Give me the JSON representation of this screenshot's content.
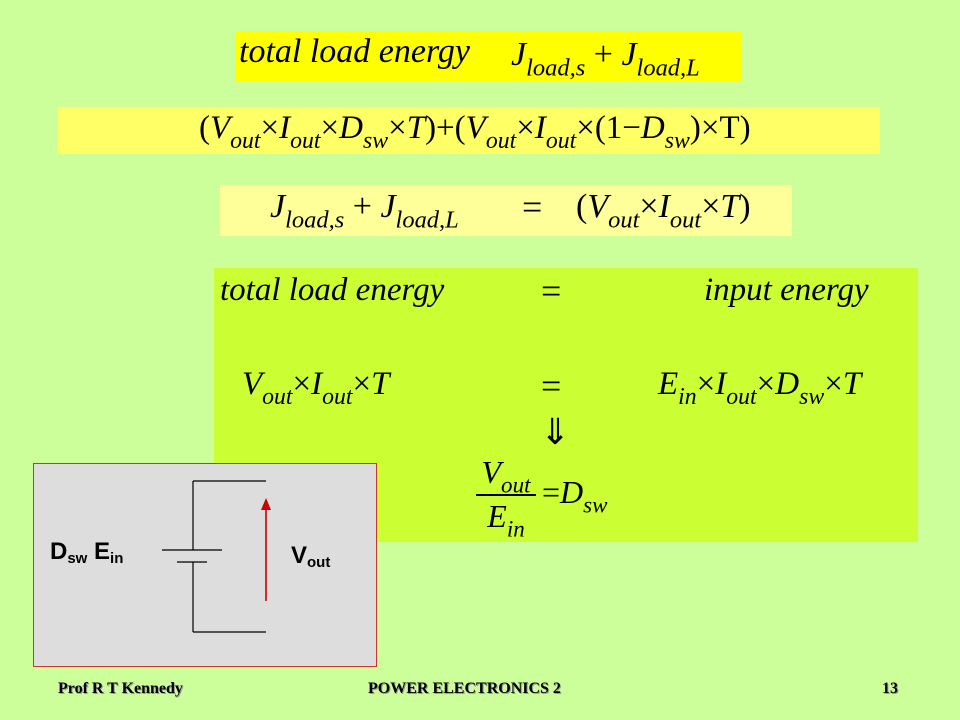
{
  "slide": {
    "eq1": {
      "left": "total load energy",
      "J": "J",
      "sub_load_s": "load,s",
      "plus": "+",
      "sub_load_L": "load,L"
    },
    "eq2": {
      "expr_a_open": "(",
      "V": "V",
      "out": "out",
      "times": "×",
      "I": "I",
      "D": "D",
      "sw": "sw",
      "T": "T",
      "close_plus": ")+",
      "one_minus": "(1−",
      "close_T": ")×T",
      "close": ")"
    },
    "eq3": {
      "J": "J",
      "sub_load_s": "load,s",
      "plus": "+",
      "sub_load_L": "load,L",
      "equals": "=",
      "open": "(",
      "V": "V",
      "out": "out",
      "times": "×",
      "I": "I",
      "T": "T",
      "close": ")"
    },
    "eq4": {
      "row1_left": "total load energy",
      "row1_equals": "=",
      "row1_right": "input energy",
      "V": "V",
      "I": "I",
      "out": "out",
      "times": "×",
      "T": "T",
      "row2_equals": "=",
      "E": "E",
      "in": "in",
      "D": "D",
      "sw": "sw",
      "implies": "⇓",
      "frac_eq": "="
    },
    "circuit": {
      "source_label_D": "D",
      "source_label_sw": "sw",
      "source_label_E": " E",
      "source_label_in": "in",
      "vout_label_V": "V",
      "vout_label_out": "out",
      "arrow_color": "#cc0000"
    }
  },
  "footer": {
    "author": "Prof R T Kennedy",
    "course": "POWER ELECTRONICS 2",
    "page": "13"
  }
}
